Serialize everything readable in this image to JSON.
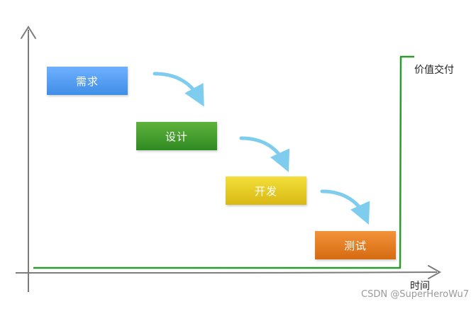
{
  "stages": [
    {
      "label": "需求"
    },
    {
      "label": "设计"
    },
    {
      "label": "开发"
    },
    {
      "label": "测试"
    }
  ],
  "labels": {
    "value": "价值交付",
    "time": "时间"
  },
  "watermark": "CSDN @SuperHeroWu7",
  "colors": {
    "axis": "#7d7d7d",
    "value_line": "#2c9a2c",
    "arrow": "#7fcdee",
    "stage_1": "#4a97ee",
    "stage_2": "#3a9a2a",
    "stage_3": "#e3c420",
    "stage_4": "#e07a1e"
  }
}
